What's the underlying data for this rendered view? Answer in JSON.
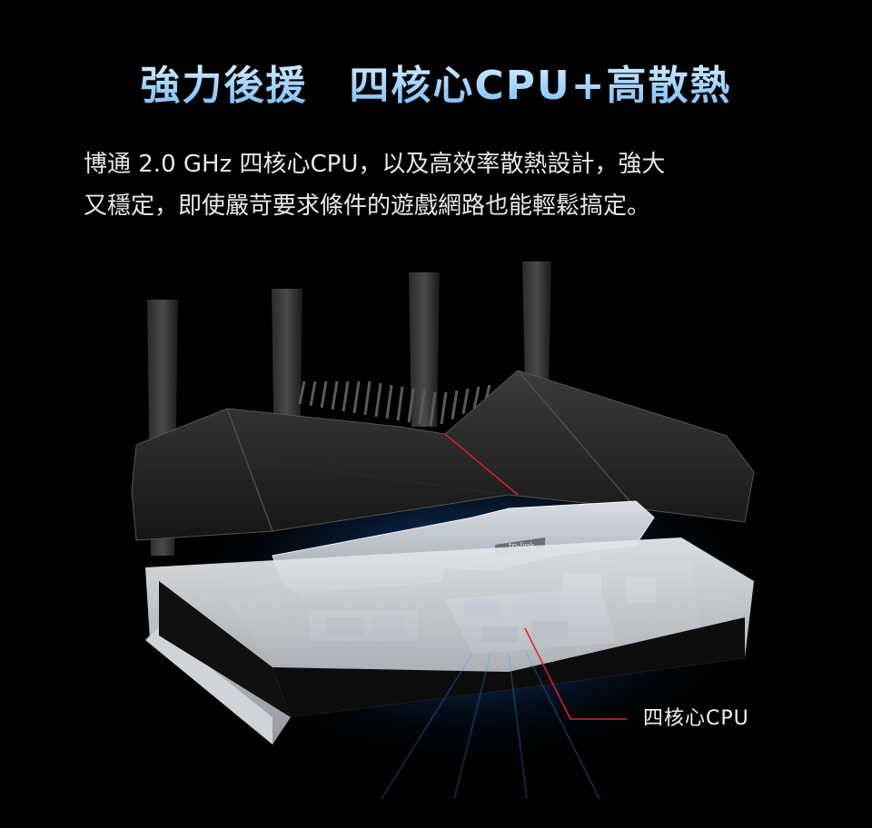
{
  "headline": "強力後援　四核心CPU+高散熱",
  "description": {
    "line1": "博通 2.0 GHz 四核心CPU，以及高效率散熱設計，強大",
    "line2": "又穩定，即使嚴苛要求條件的遊戲網路也能輕鬆搞定。"
  },
  "callout": {
    "label": "四核心CPU"
  },
  "router": {
    "brand_mark": "tp-link"
  },
  "colors": {
    "background": "#000000",
    "headline": "#9fd2ff",
    "glow": "#2f8cff",
    "callout_line": "#e0202a"
  }
}
